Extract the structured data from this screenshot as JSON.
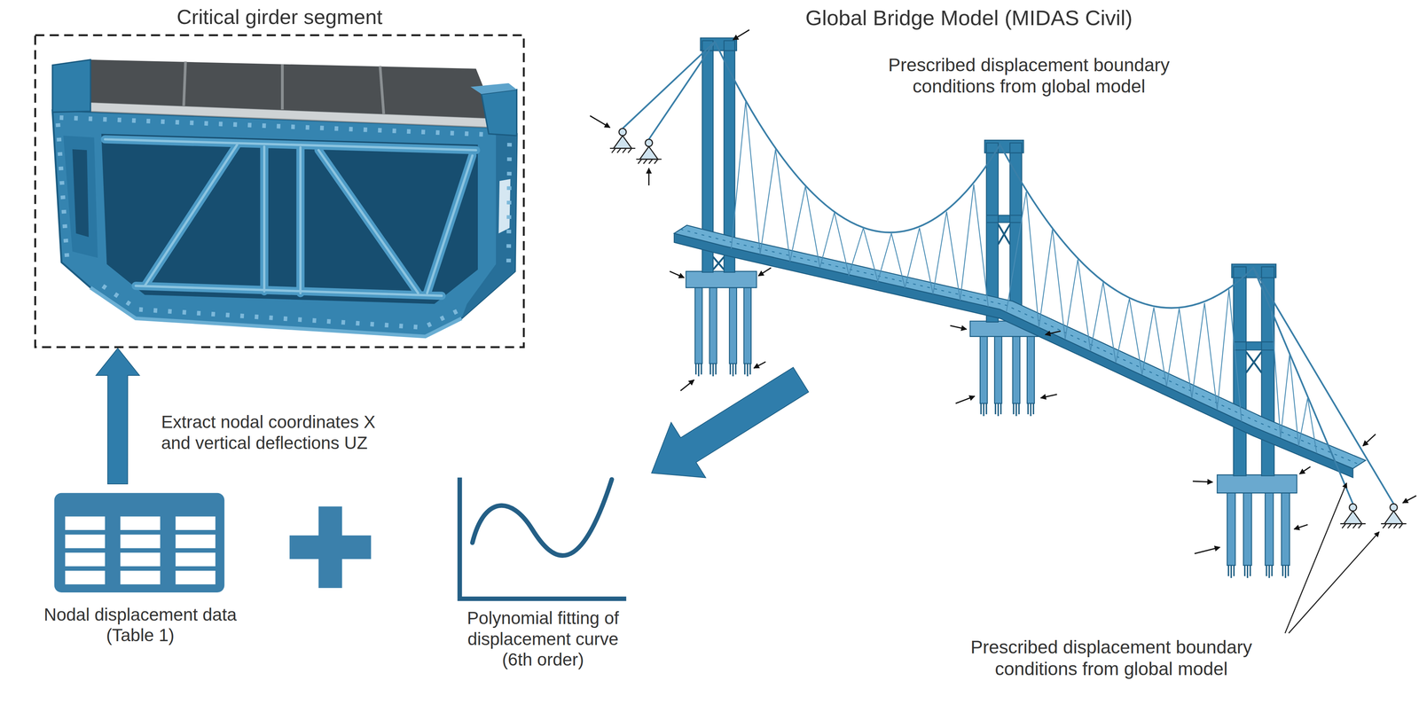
{
  "diagram": {
    "nodes": [
      {
        "text": [
          "Critical girder segment"
        ]
      },
      {
        "text": [
          "Global Bridge Model (MIDAS Civil)"
        ]
      },
      {
        "text": [
          "Nodal displacement data (Table 1)"
        ]
      },
      {
        "text": [
          "Polynomial fitting of displacement curve (6th order)"
        ]
      }
    ],
    "edges": [
      {
        "from": 2,
        "to": 0,
        "arrow": "to",
        "label": "Extract nodal coordinates X and vertical deflections UZ"
      },
      {
        "from": 1,
        "to": 3,
        "arrow": "to"
      }
    ],
    "labels": [
      "Prescribed displacement boundary conditions from global model",
      "Prescribed displacement boundary conditions from global model"
    ]
  }
}
